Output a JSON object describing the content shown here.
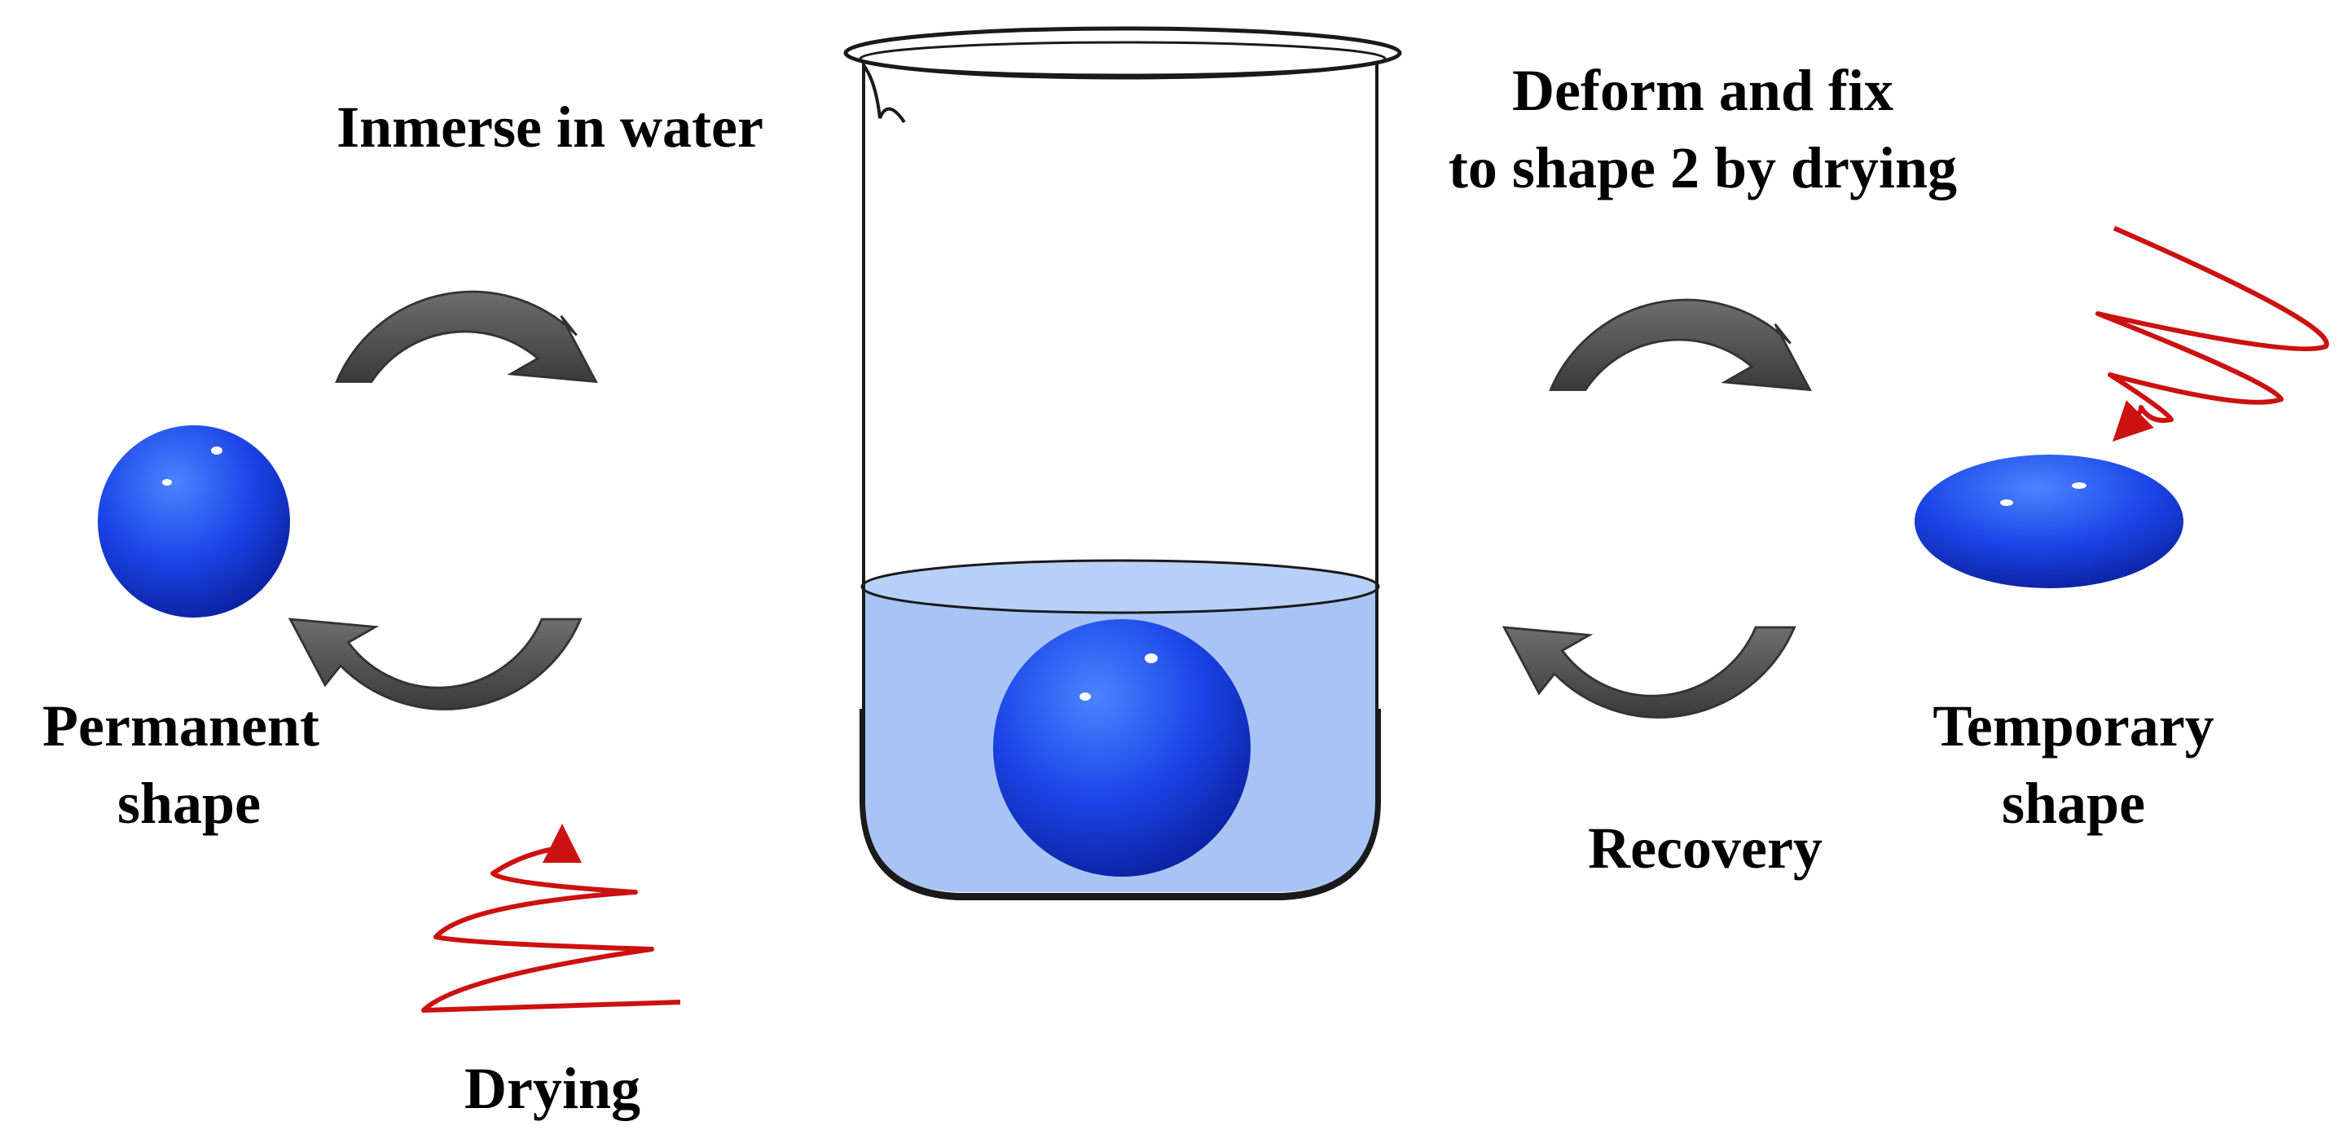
{
  "labels": {
    "immerse": "Inmerse in water",
    "deform_line1": "Deform and fix",
    "deform_line2": "to shape 2 by drying",
    "permanent_line1": "Permanent",
    "permanent_line2": "shape",
    "temporary_line1": "Temporary",
    "temporary_line2": "shape",
    "recovery": "Recovery",
    "drying": "Drying"
  },
  "colors": {
    "sphere": "#1a44e6",
    "arrow": "#4d4d4d",
    "heat_wave": "#cc1111",
    "water": "#a8c4f4",
    "beaker_outline": "#1a1a1a"
  },
  "icons": {
    "cycle_arrows": "curved-arrow",
    "heat": "zigzag-heat-arrow"
  }
}
